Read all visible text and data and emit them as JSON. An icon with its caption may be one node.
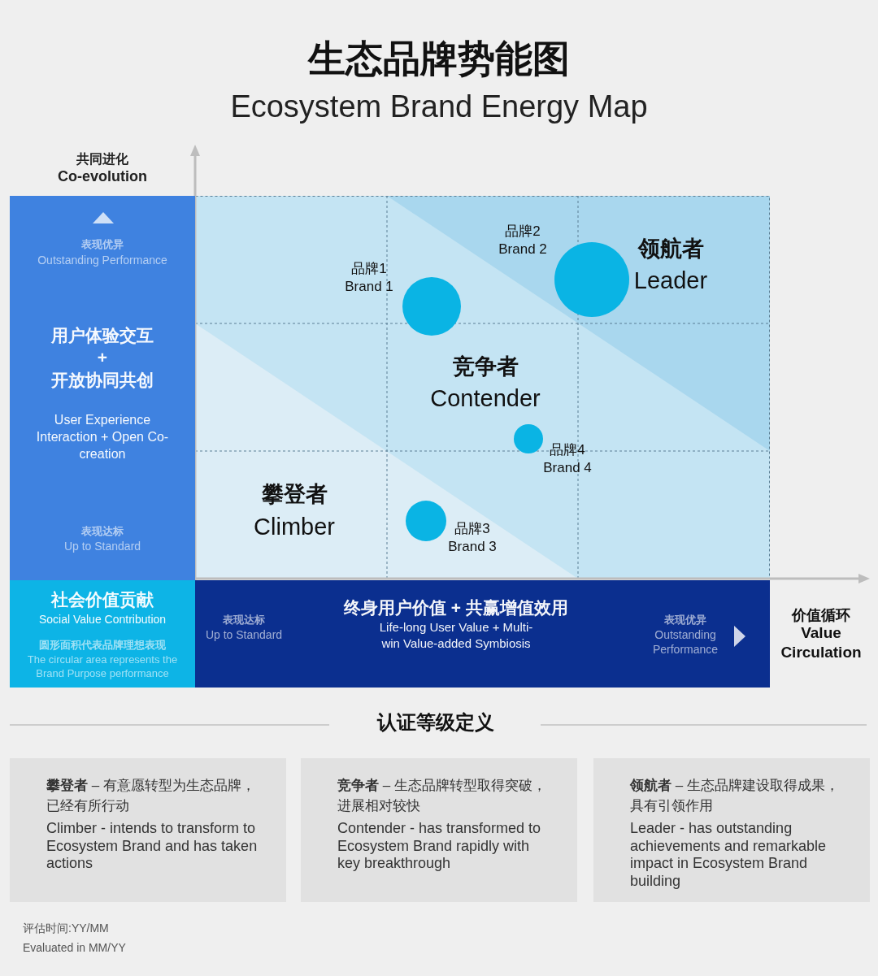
{
  "diagram": {
    "title": "生态品牌势能图",
    "nodes": [
      {
        "text": [
          "表现优异",
          "Outstanding Performance",
          "用户体验交互 + 开放协同共创",
          "User Experience Interaction + Open Co-creation",
          "表现达标",
          "Up to Standard"
        ]
      },
      {
        "text": [],
        "shape": "circle",
        "beside": [
          "品牌2",
          "Brand 2"
        ]
      },
      {
        "text": [],
        "shape": "circle",
        "beside": [
          "品牌1",
          "Brand 1"
        ]
      },
      {
        "text": [],
        "shape": "circle",
        "beside": [
          "品牌4",
          "Brand 4"
        ]
      },
      {
        "text": [],
        "shape": "circle",
        "beside": [
          "品牌3",
          "Brand 3"
        ]
      },
      {
        "text": [
          "社会价值贡献",
          "Social Value Contribution",
          "圆形面积代表品牌理想表现",
          "The circular area represents the Brand Purpose performance"
        ]
      },
      {
        "text": [
          "表现达标",
          "Up to Standard",
          "终身用户价值 + 共赢增值效用",
          "Life-long User Value + Multi-win Value-added Symbiosis",
          "表现优异",
          "Outstanding Performance"
        ]
      },
      {
        "text": [
          "**攀登者** – 有意愿转型为生态品牌，已经有所行动",
          "Climber - intends to transform to Ecosystem Brand and has taken actions"
        ]
      },
      {
        "text": [
          "**竞争者** – 生态品牌转型取得突破，进展相对较快",
          "Contender - has transformed to Ecosystem Brand rapidly with key breakthrough"
        ]
      },
      {
        "text": [
          "**领航者** – 生态品牌建设取得成果，具有引领作用",
          "Leader - has outstanding achievements and remarkable impact in Ecosystem Brand building"
        ]
      }
    ],
    "edges": [],
    "labels": [
      "Ecosystem Brand Energy Map",
      "共同进化",
      "Co-evolution",
      "领航者",
      "Leader",
      "竞争者",
      "Contender",
      "攀登者",
      "Climber",
      "价值循环",
      "Value Circulation",
      "认证等级定义",
      "评估时间:YY/MM",
      "Evaluated in MM/YY"
    ]
  }
}
